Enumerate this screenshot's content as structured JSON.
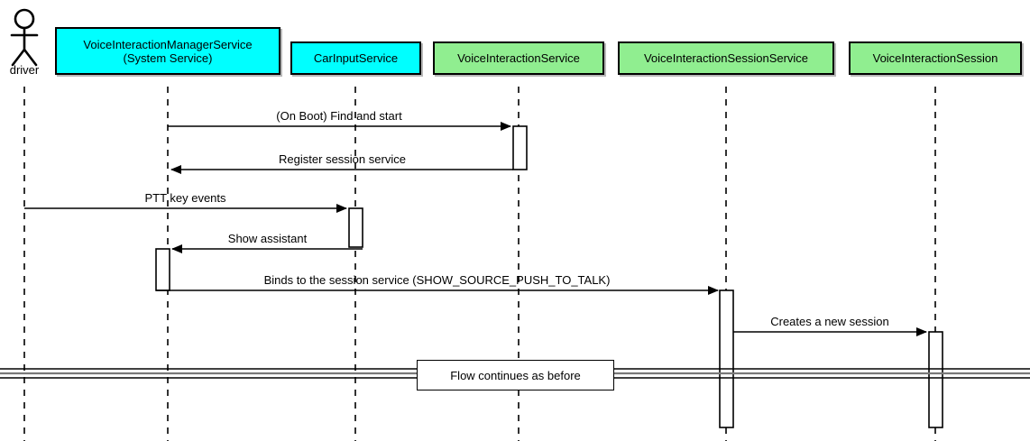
{
  "diagram": {
    "title_text": "",
    "type": "uml-sequence-diagram",
    "colors": {
      "system_service": "#00FFFF",
      "app_service": "#90EE90",
      "line": "#000000",
      "note_fill": "#FFFFFF"
    },
    "actor": {
      "name": "driver",
      "label": "driver"
    },
    "participants": [
      {
        "id": "vims",
        "label_line1": "VoiceInteractionManagerService",
        "label_line2": "(System Service)",
        "color": "#00FFFF"
      },
      {
        "id": "cis",
        "label_line1": "CarInputService",
        "label_line2": "",
        "color": "#00FFFF"
      },
      {
        "id": "vis",
        "label_line1": "VoiceInteractionService",
        "label_line2": "",
        "color": "#90EE90"
      },
      {
        "id": "viss",
        "label_line1": "VoiceInteractionSessionService",
        "label_line2": "",
        "color": "#90EE90"
      },
      {
        "id": "vsess",
        "label_line1": "VoiceInteractionSession",
        "label_line2": "",
        "color": "#90EE90"
      }
    ],
    "messages": [
      {
        "id": "m1",
        "label": "(On Boot) Find and start"
      },
      {
        "id": "m2",
        "label": "Register session service"
      },
      {
        "id": "m3",
        "label": "PTT key events"
      },
      {
        "id": "m4",
        "label": "Show assistant"
      },
      {
        "id": "m5",
        "label": "Binds to the session service (SHOW_SOURCE_PUSH_TO_TALK)"
      },
      {
        "id": "m6",
        "label": "Creates a new session"
      }
    ],
    "note": {
      "label": "Flow continues as before"
    }
  }
}
